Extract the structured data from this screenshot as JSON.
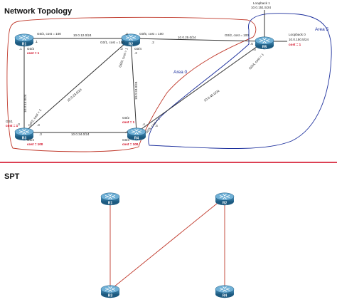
{
  "titles": {
    "topology": "Network Topology",
    "spt": "SPT"
  },
  "areas": {
    "area0": "Area 0",
    "area5": "Area 5"
  },
  "routers": {
    "r1": "R1",
    "r2": "R2",
    "r3": "R3",
    "r4": "R4",
    "r5": "R5"
  },
  "subnets": {
    "r1_r2": "10.0.12.0/24",
    "r1_r3": "10.0.13.0/24",
    "r2_r3": "10.0.23.0/24",
    "r2_r4": "10.0.24.0/24",
    "r3_r4": "10.0.34.0/24",
    "r2_r5": "10.0.25.0/24",
    "r4_r5": "10.0.45.0/24"
  },
  "loopbacks": {
    "lo1_name": "Loopback 1",
    "lo1_net": "10.0.151.5/24",
    "lo0_name": "Loopback 0",
    "lo0_net": "10.0.150.5/24",
    "lo0_cost": "cost = 1"
  },
  "labels": {
    "r1_g02": "G0/2, cost = 100",
    "r1_g03": "G0/3",
    "r1_g03_cost": "cost = 1",
    "r1_host_r2": ".1",
    "r1_host_r3": ".1",
    "r2_g01": "G0/1, cost = 100",
    "r2_g05": "G0/5, cost = 100",
    "r2_g03": "G0/3, cost = 1",
    "r2_g04": "G0/4",
    "r2_host_r1": ".2",
    "r2_host_r3": ".2",
    "r2_host_r4": ".2",
    "r2_host_r5": ".2",
    "r3_g01": "G0/1",
    "r3_g01_cost": "cost = 1",
    "r3_g02": "G0/2, cost = 1",
    "r3_g04": "G0/4",
    "r3_g04_cost": "cost = 100",
    "r3_host_r1": ".3",
    "r3_host_r2": ".3",
    "r3_host_r4": ".3",
    "r4_g02": "G0/2",
    "r4_g02_cost": "cost = 1",
    "r4_g03": "G0/3",
    "r4_g03_cost": "cost = 100",
    "r4_g05": "G0/5, cost = 1",
    "r4_host_r2": ".4",
    "r4_host_r3": ".4",
    "r4_host_r5": ".4",
    "r5_g02": "G0/2, cost = 100",
    "r5_g04": "G0/4, cost = 1",
    "r5_host_r2": ".5",
    "r5_host_r4": ".5"
  },
  "colors": {
    "area0_outline": "#c0392b",
    "area5_outline": "#1b2e9c",
    "cost_text": "#d0021b",
    "divider": "#d0021b",
    "spt_link": "#c0392b",
    "router_body": "#2a6f97"
  }
}
